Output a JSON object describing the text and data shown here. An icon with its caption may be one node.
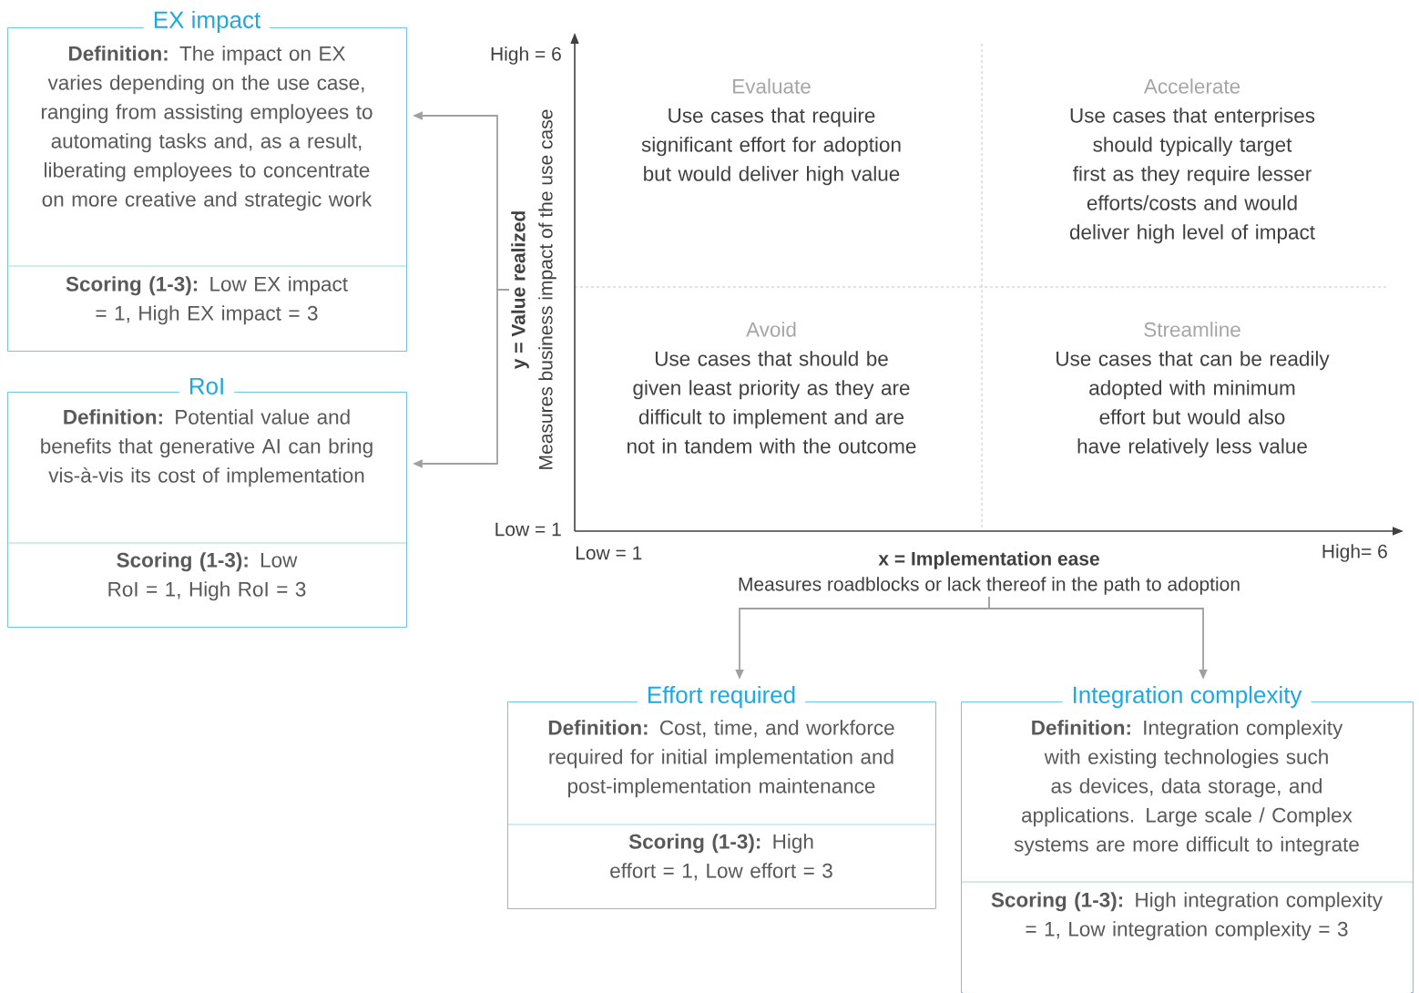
{
  "diagram": {
    "nodes": [
      {
        "text": [
          "EX impact",
          "**Definition:** The impact on EX varies depending on the use case, ranging from assisting employees to automating tasks and, as a result, liberating employees to concentrate on more creative and strategic work",
          "**Scoring (1-3):** Low EX impact = 1, High EX impact = 3"
        ]
      },
      {
        "text": [
          "RoI",
          "**Definition:** Potential value and benefits that generative AI can bring vis-à-vis its cost of implementation",
          "**Scoring (1-3):** Low RoI = 1, High RoI = 3"
        ]
      },
      {
        "text": [
          "y = Value realized",
          "Measures business impact of the use case"
        ]
      },
      {
        "text": [
          "Evaluate",
          "Use cases that require significant effort for adoption but would deliver high value"
        ]
      },
      {
        "text": [
          "Accelerate",
          "Use cases that enterprises should typically target first as they require lesser efforts/costs and would deliver high level of impact"
        ]
      },
      {
        "text": [
          "Avoid",
          "Use cases that should be given least priority as they are difficult to implement and are not in tandem with the outcome"
        ]
      },
      {
        "text": [
          "Streamline",
          "Use cases that can be readily adopted with minimum effort but would also have relatively less value"
        ]
      },
      {
        "text": [
          "x = Implementation ease",
          "Measures roadblocks or lack thereof in the path to adoption"
        ]
      },
      {
        "text": [
          "Effort required",
          "**Definition:** Cost, time, and workforce required for initial implementation and post-implementation maintenance",
          "**Scoring (1-3):** High effort = 1, Low effort = 3"
        ]
      },
      {
        "text": [
          "Integration complexity",
          "**Definition:** Integration complexity with existing technologies such as devices, data storage, and applications. Large scale / Complex systems are more difficult to integrate",
          "**Scoring (1-3):** High integration complexity = 1, Low integration complexity = 3"
        ]
      }
    ],
    "edges": [
      {
        "from": 2,
        "to": 0,
        "arrow": "to"
      },
      {
        "from": 2,
        "to": 1,
        "arrow": "to"
      },
      {
        "from": 7,
        "to": 8,
        "arrow": "to"
      },
      {
        "from": 7,
        "to": 9,
        "arrow": "to"
      }
    ],
    "labels": [
      "High = 6",
      "Low = 1",
      "Low = 1",
      "High= 6"
    ]
  }
}
